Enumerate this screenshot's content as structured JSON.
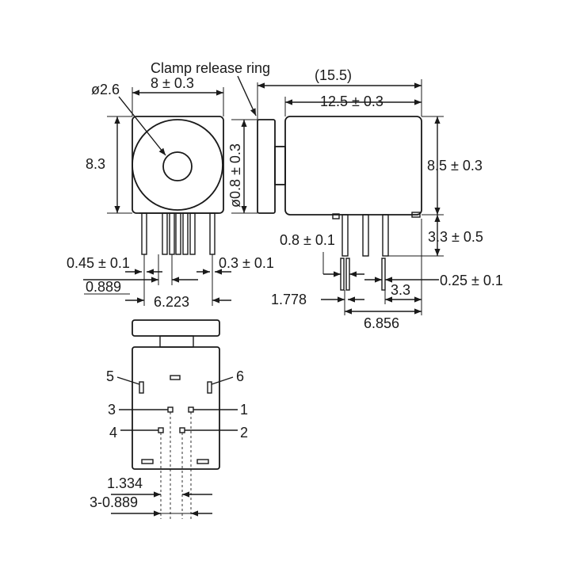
{
  "labels": {
    "clamp_release_ring": "Clamp release ring",
    "overall_length": "(15.5)",
    "front_width": "8 ± 0.3",
    "hole_dia": "ø2.6",
    "front_height": "8.3",
    "ring_dia": "ø0.8 ± 0.3",
    "body_length": "12.5 ± 0.3",
    "body_height": "8.5 ± 0.3",
    "pin_width_side": "0.8 ± 0.1",
    "pin_length": "3.3 ± 0.5",
    "pin_thickness": "0.25 ± 0.1",
    "pin_offset": "3.3",
    "pin_pitch_side": "1.778",
    "pin_span_side": "6.856",
    "pin_width_a": "0.45 ± 0.1",
    "pin_width_b": "0.3 ± 0.1",
    "pin_pitch_front": "0.889",
    "pin_span_front": "6.223",
    "pad_spacing": "1.334",
    "pad_pitch": "3-0.889"
  },
  "pins": {
    "p1": "1",
    "p2": "2",
    "p3": "3",
    "p4": "4",
    "p5": "5",
    "p6": "6"
  }
}
